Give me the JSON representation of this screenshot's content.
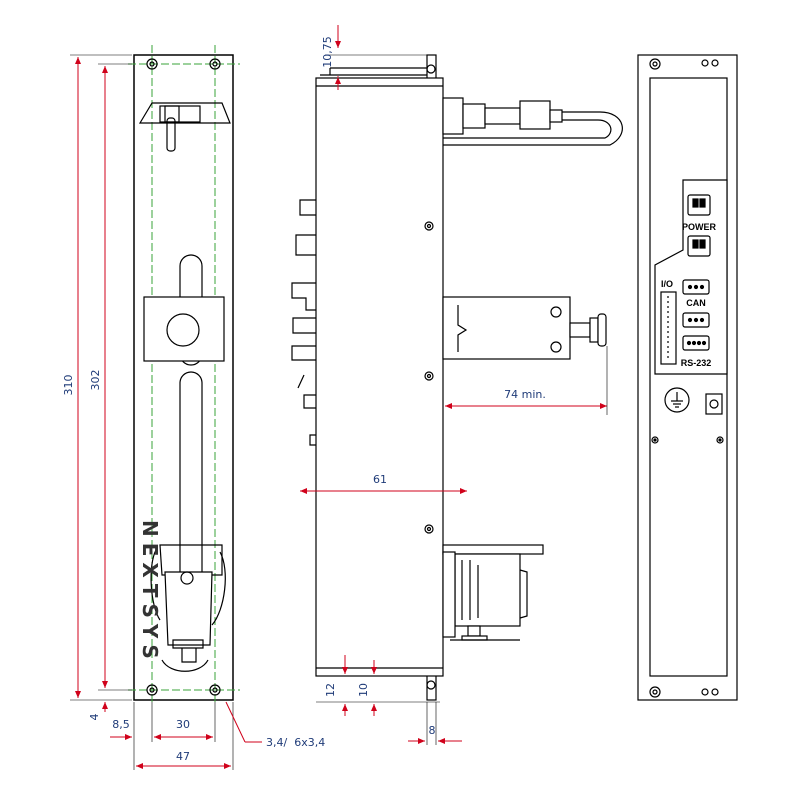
{
  "dimensions": {
    "overall_height": "310",
    "hole_spacing_height": "302",
    "top_offset": "10,75",
    "bottom_offset_4": "4",
    "edge_8_5": "8,5",
    "hole_spacing_width": "30",
    "panel_width": "47",
    "hole_note": "3,4/  6x3,4",
    "depth_61": "61",
    "clearance_min": "74 min.",
    "bottom_12": "12",
    "bottom_10": "10",
    "flange_8": "8"
  },
  "rear_panel": {
    "power_label": "POWER",
    "io_label": "I/O",
    "can_label": "CAN",
    "rs232_label": "RS-232"
  },
  "logo_text": "NEXTSYS",
  "colors": {
    "line": "#000000",
    "dimension": "#1f3b78",
    "dimension_arrow": "#d0021b",
    "centerline": "#3aa33a"
  }
}
